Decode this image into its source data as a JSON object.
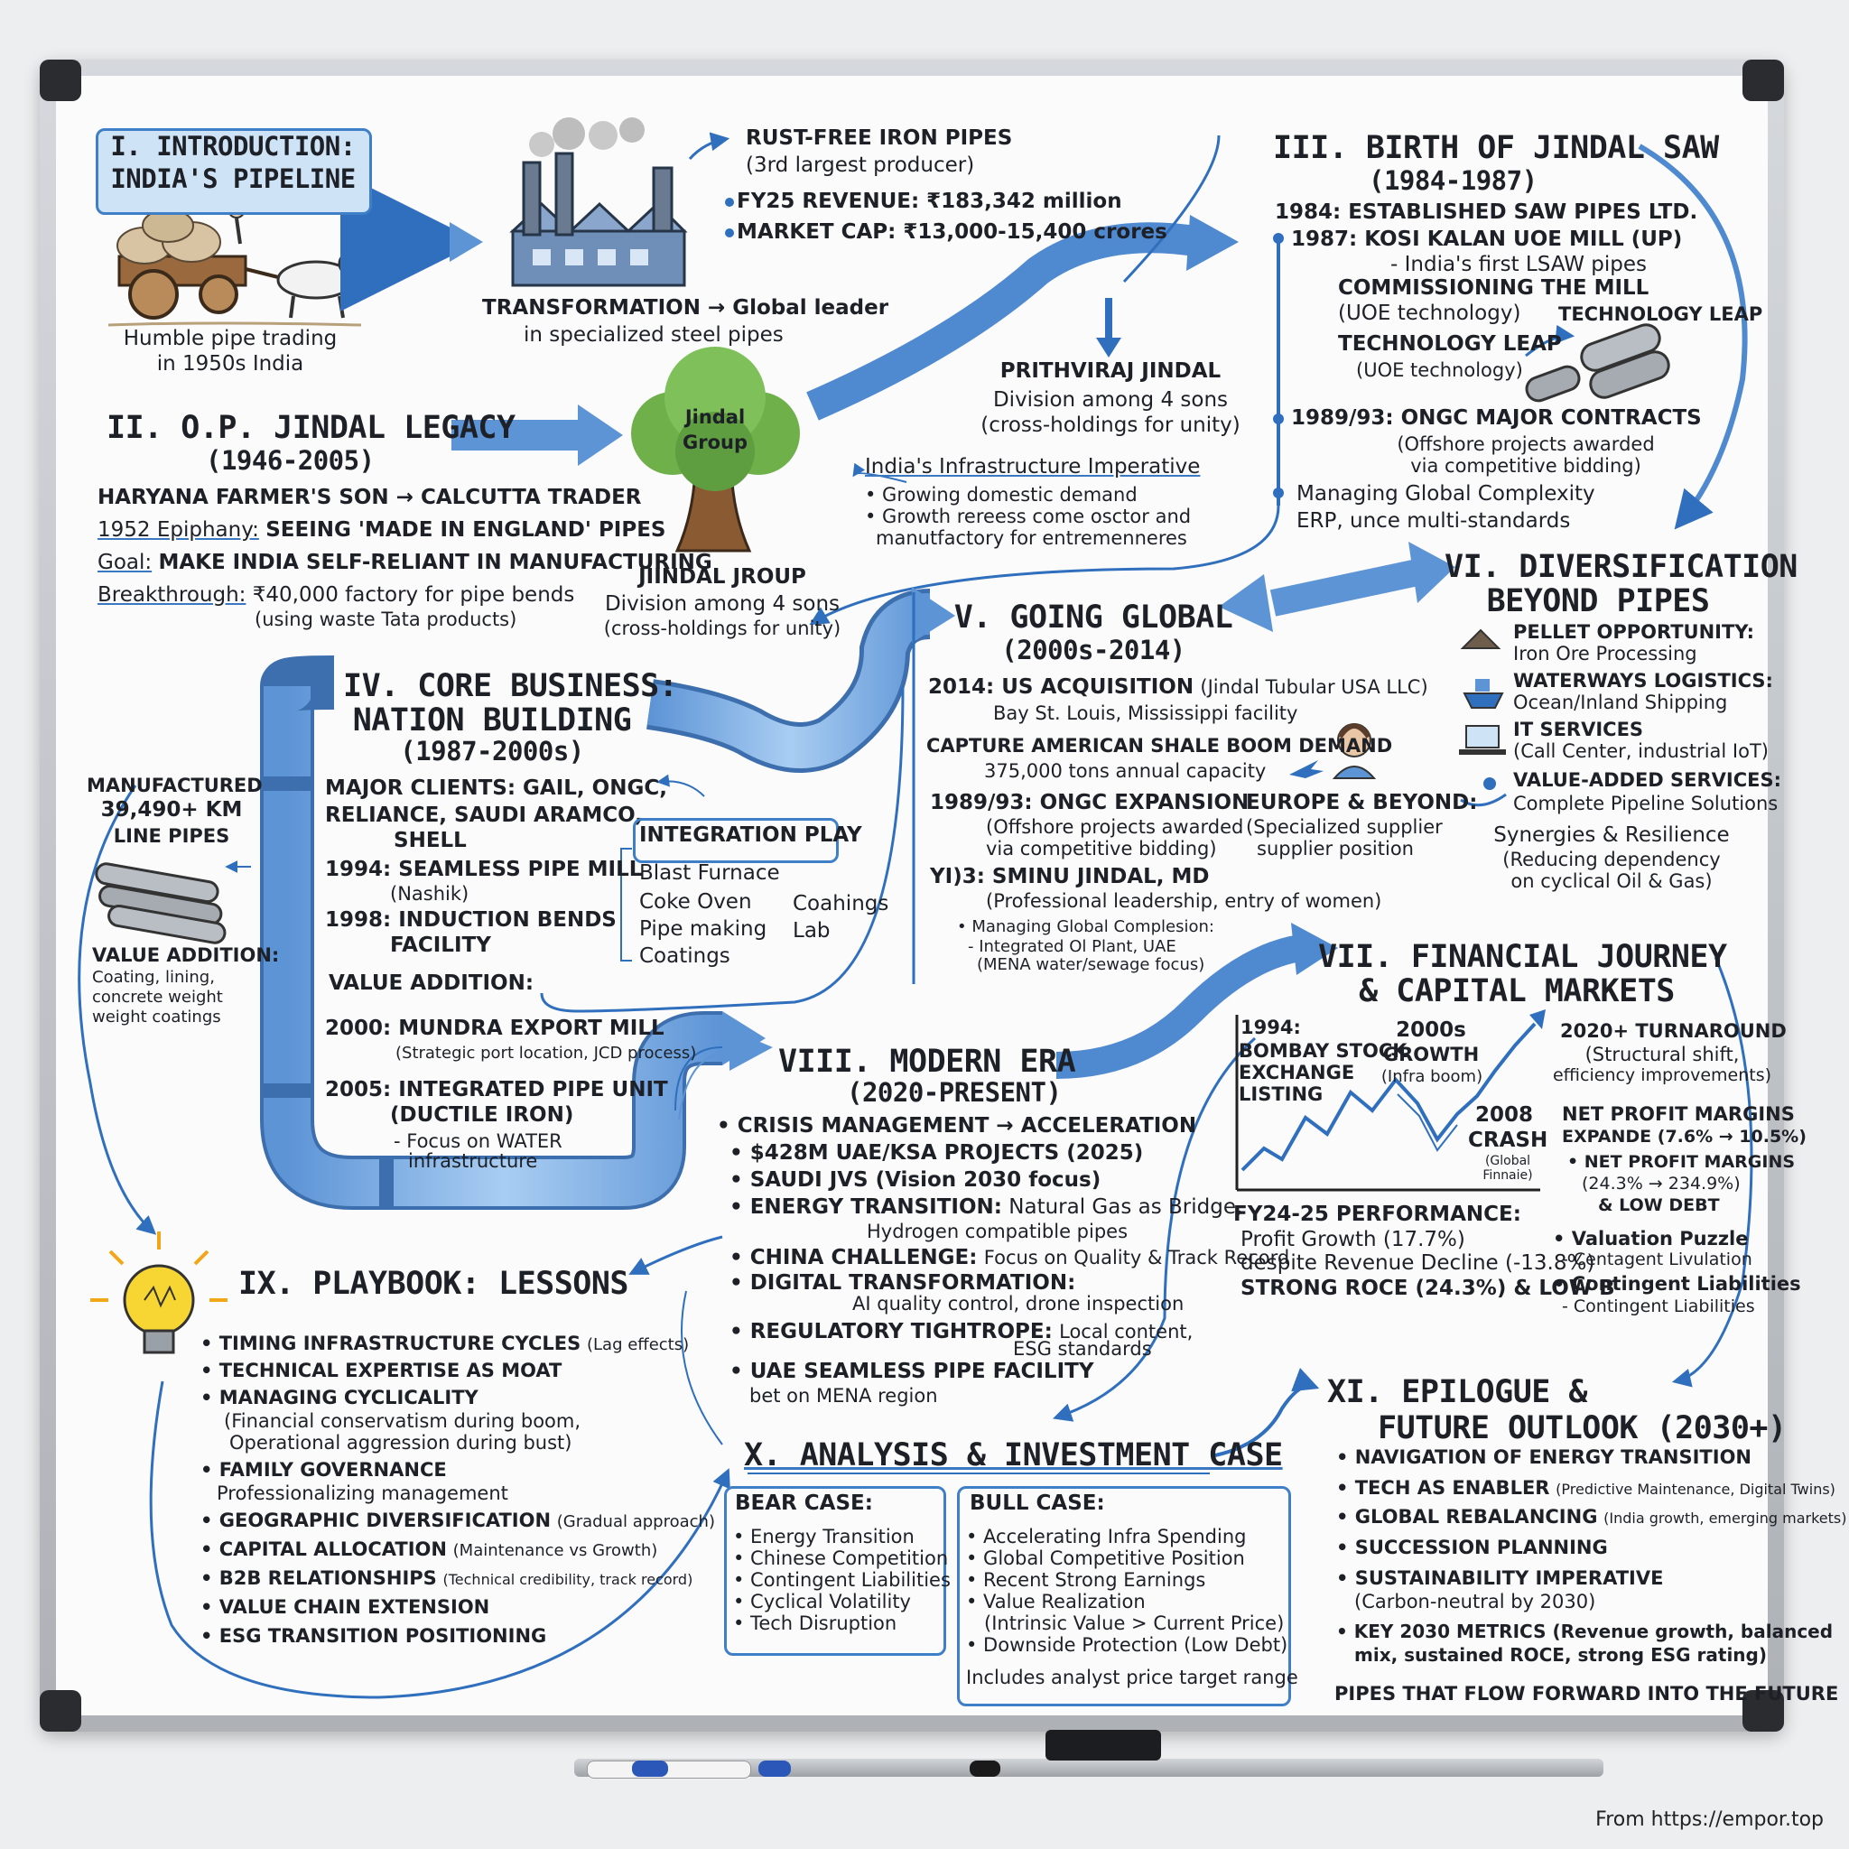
{
  "intro": {
    "title_1": "I. INTRODUCTION:",
    "title_2": "INDIA'S PIPELINE",
    "cart_caption_1": "Humble pipe trading",
    "cart_caption_2": "in 1950s India",
    "bullet_1": "RUST-FREE IRON PIPES",
    "bullet_1b": "(3rd largest producer)",
    "bullet_2": "FY25 REVENUE: ₹183,342 million",
    "bullet_3": "MARKET CAP: ₹13,000-15,400 crores",
    "transform_1": "TRANSFORMATION → Global leader",
    "transform_2": "in specialized steel pipes"
  },
  "legacy": {
    "title_1": "II. O.P. JINDAL LEGACY",
    "title_2": "(1946-2005)",
    "line_1": "HARYANA FARMER'S SON → CALCUTTA TRADER",
    "line_2_label": "1952 Epiphany:",
    "line_2_text": "SEEING 'MADE IN ENGLAND' PIPES",
    "line_3_label": "Goal:",
    "line_3_text": "MAKE INDIA SELF-RELIANT IN MANUFACTURING",
    "line_4_label": "Breakthrough:",
    "line_4_text": "₹40,000 factory for pipe bends",
    "line_4b": "(using waste Tata products)"
  },
  "tree": {
    "label_1": "Jindal",
    "label_2": "Group",
    "caption_1": "JIINDAL JROUP",
    "caption_2": "Division among 4 sons",
    "caption_3": "(cross-holdings for unity)"
  },
  "prithviraj": {
    "name": "PRITHVIRAJ JINDAL",
    "line_1": "Division among 4 sons",
    "line_2": "(cross-holdings for unity)"
  },
  "infra": {
    "title": "India's Infrastructure Imperative",
    "bullet_1": "• Growing domestic demand",
    "bullet_2": "• Growth rereess come osctor and",
    "bullet_2b": "manutfactory for entremenneres"
  },
  "birth": {
    "title_1": "III. BIRTH OF JINDAL SAW",
    "title_2": "(1984-1987)",
    "line_1": "1984: ESTABLISHED SAW PIPES LTD.",
    "line_2": "1987: KOSI KALAN UOE MILL (UP)",
    "line_2b": "- India's first LSAW pipes",
    "line_3": "COMMISSIONING THE MILL",
    "line_3b": "(UOE technology)",
    "tech_label": "TECHNOLOGY LEAP",
    "line_4": "TECHNOLOGY LEAP",
    "line_4b": "(UOE technology)",
    "line_5": "1989/93: ONGC MAJOR CONTRACTS",
    "line_5b": "(Offshore projects awarded",
    "line_5c": "via competitive bidding)",
    "line_6": "Managing Global Complexity",
    "line_6b": "ERP, unce multi-standards"
  },
  "diversification": {
    "title_1": "VI. DIVERSIFICATION",
    "title_2": "BEYOND PIPES",
    "item_1": "PELLET OPPORTUNITY:",
    "item_1b": "Iron Ore Processing",
    "item_2": "WATERWAYS LOGISTICS:",
    "item_2b": "Ocean/Inland Shipping",
    "item_3": "IT SERVICES",
    "item_3b": "(Call Center, industrial IoT)",
    "item_4": "VALUE-ADDED SERVICES:",
    "item_4b": "Complete Pipeline Solutions",
    "synergy_1": "Synergies & Resilience",
    "synergy_2": "(Reducing dependency",
    "synergy_3": "on cyclical Oil & Gas)"
  },
  "global": {
    "title_1": "V. GOING GLOBAL",
    "title_2": "(2000s-2014)",
    "line_1": "2014: US ACQUISITION",
    "line_1_small": "(Jindal Tubular USA LLC)",
    "line_1b": "Bay St. Louis, Mississippi facility",
    "line_2": "CAPTURE AMERICAN SHALE BOOM DEMAND",
    "line_2b": "375,000 tons annual capacity",
    "line_3": "1989/93: ONGC EXPANSION",
    "line_3b": "(Offshore projects awarded",
    "line_3c": "via competitive bidding)",
    "europe_1": "EUROPE & BEYOND:",
    "europe_2": "(Specialized supplier",
    "europe_3": "supplier position",
    "line_4": "YI)3: SMINU JINDAL, MD",
    "line_4b": "(Professional leadership, entry of women)",
    "line_5": "• Managing Global Complesion:",
    "line_5b": "- Integrated Ol Plant, UAE",
    "line_5c": "(MENA water/sewage focus)"
  },
  "core": {
    "title_1": "IV. CORE BUSINESS:",
    "title_2": "NATION BUILDING",
    "title_3": "(1987-2000s)",
    "manufactured_1": "MANUFACTURED",
    "manufactured_2": "39,490+ KM",
    "manufactured_3": "LINE PIPES",
    "va_1": "VALUE ADDITION:",
    "va_2": "Coating, lining,",
    "va_3": "concrete weight",
    "va_4": "weight coatings",
    "clients_1": "MAJOR CLIENTS: GAIL, ONGC,",
    "clients_2": "RELIANCE, SAUDI ARAMCO,",
    "clients_3": "SHELL",
    "m_1994": "1994: SEAMLESS PIPE MILL",
    "m_1994b": "(Nashik)",
    "m_1998": "1998: INDUCTION BENDS",
    "m_1998b": "FACILITY",
    "value_addition": "VALUE ADDITION:",
    "m_2000": "2000: MUNDRA EXPORT MILL",
    "m_2000b": "(Strategic port location, JCD process)",
    "m_2005": "2005: INTEGRATED PIPE UNIT",
    "m_2005b": "(DUCTILE IRON)",
    "m_2005c": "- Focus on WATER",
    "m_2005d": "infrastructure",
    "integration_title": "INTEGRATION PLAY",
    "integration_1": "Blast Furnace",
    "integration_2": "Coke Oven",
    "integration_3": "Pipe making",
    "integration_4": "Coatings",
    "integration_side_1": "Coahings",
    "integration_side_2": "Lab"
  },
  "financial": {
    "title_1": "VII. FINANCIAL JOURNEY",
    "title_2": "& CAPITAL MARKETS",
    "label_1994_1": "1994:",
    "label_1994_2": "BOMBAY STOCK",
    "label_1994_3": "EXCHANGE",
    "label_1994_4": "LISTING",
    "label_2000s_1": "2000s",
    "label_2000s_2": "GROWTH",
    "label_2000s_3": "(Infra boom)",
    "label_2008_1": "2008",
    "label_2008_2": "CRASH",
    "label_2008_3": "(Global",
    "label_2008_4": "Finnaie)",
    "turnaround_1": "2020+ TURNAROUND",
    "turnaround_2": "(Structural shift,",
    "turnaround_3": "efficiency improvements)",
    "margin_1": "NET PROFIT MARGINS",
    "margin_1b": "EXPANDE (7.6% → 10.5%)",
    "margin_2": "• NET PROFIT MARGINS",
    "margin_2b": "(24.3% → 234.9%)",
    "margin_2c": "& LOW DEBT",
    "perf_1": "FY24-25 PERFORMANCE:",
    "perf_2": "Profit Growth (17.7%)",
    "perf_3": "despite Revenue Decline (-13.8%)",
    "perf_4": "STRONG ROCE (24.3%) & LOW B",
    "puzzle_1": "• Valuation Puzzle",
    "puzzle_2": "- Centagent Livulation",
    "puzzle_3": "• Contingent Liabilities",
    "puzzle_4": "- Contingent Liabilities"
  },
  "modern": {
    "title_1": "VIII. MODERN ERA",
    "title_2": "(2020-PRESENT)",
    "b1": "• CRISIS MANAGEMENT → ACCELERATION",
    "b2": "• $428M UAE/KSA PROJECTS (2025)",
    "b3": "• SAUDI JVS (Vision 2030 focus)",
    "b4_label": "• ENERGY TRANSITION:",
    "b4_text": "Natural Gas as Bridge,",
    "b4b": "Hydrogen compatible pipes",
    "b5_label": "• CHINA CHALLENGE:",
    "b5_text": "Focus on Quality & Track Record",
    "b6_label": "• DIGITAL TRANSFORMATION:",
    "b6b": "AI quality control, drone inspection",
    "b7_label": "• REGULATORY TIGHTROPE:",
    "b7_text": "Local content,",
    "b7b": "ESG standards",
    "b8": "• UAE SEAMLESS PIPE FACILITY",
    "b8b": "bet on MENA region"
  },
  "playbook": {
    "title": "IX. PLAYBOOK: LESSONS",
    "l1": "• TIMING INFRASTRUCTURE CYCLES",
    "l1_small": "(Lag effects)",
    "l2": "• TECHNICAL EXPERTISE AS MOAT",
    "l3": "• MANAGING CYCLICALITY",
    "l3b": "(Financial conservatism during boom,",
    "l3c": "Operational aggression during bust)",
    "l4": "• FAMILY GOVERNANCE",
    "l4b": "Professionalizing management",
    "l5": "• GEOGRAPHIC DIVERSIFICATION",
    "l5_small": "(Gradual approach)",
    "l6": "• CAPITAL ALLOCATION",
    "l6_small": "(Maintenance vs Growth)",
    "l7": "• B2B RELATIONSHIPS",
    "l7_small": "(Technical credibility, track record)",
    "l8": "• VALUE CHAIN EXTENSION",
    "l9": "• ESG TRANSITION POSITIONING"
  },
  "analysis": {
    "title": "X. ANALYSIS & INVESTMENT CASE",
    "bear_title": "BEAR CASE:",
    "bear": [
      "• Energy Transition",
      "• Chinese Competition",
      "• Contingent Liabilities",
      "• Cyclical Volatility",
      "• Tech Disruption"
    ],
    "bull_title": "BULL CASE:",
    "bull_1": "• Accelerating Infra Spending",
    "bull_2": "• Global Competitive Position",
    "bull_3": "• Recent Strong Earnings",
    "bull_4": "• Value Realization",
    "bull_4b": "(Intrinsic Value > Current Price)",
    "bull_5": "• Downside Protection (Low Debt)",
    "bull_note": "Includes analyst price target range"
  },
  "epilogue": {
    "title_1": "XI. EPILOGUE &",
    "title_2": "FUTURE OUTLOOK (2030+)",
    "e1": "• NAVIGATION OF ENERGY TRANSITION",
    "e2": "• TECH AS ENABLER",
    "e2_small": "(Predictive Maintenance, Digital Twins)",
    "e3": "• GLOBAL REBALANCING",
    "e3_small": "(India growth, emerging markets)",
    "e4": "• SUCCESSION PLANNING",
    "e5": "• SUSTAINABILITY IMPERATIVE",
    "e5b": "(Carbon-neutral by 2030)",
    "e6": "• KEY 2030 METRICS (Revenue growth, balanced",
    "e6b": "mix, sustained ROCE, strong ESG rating)",
    "closing": "PIPES THAT FLOW FORWARD INTO THE FUTURE"
  },
  "source": "From https://empor.top",
  "colors": {
    "accent": "#3f7fc8",
    "pipe": "#7fb0e6",
    "ink": "#1d2026"
  }
}
